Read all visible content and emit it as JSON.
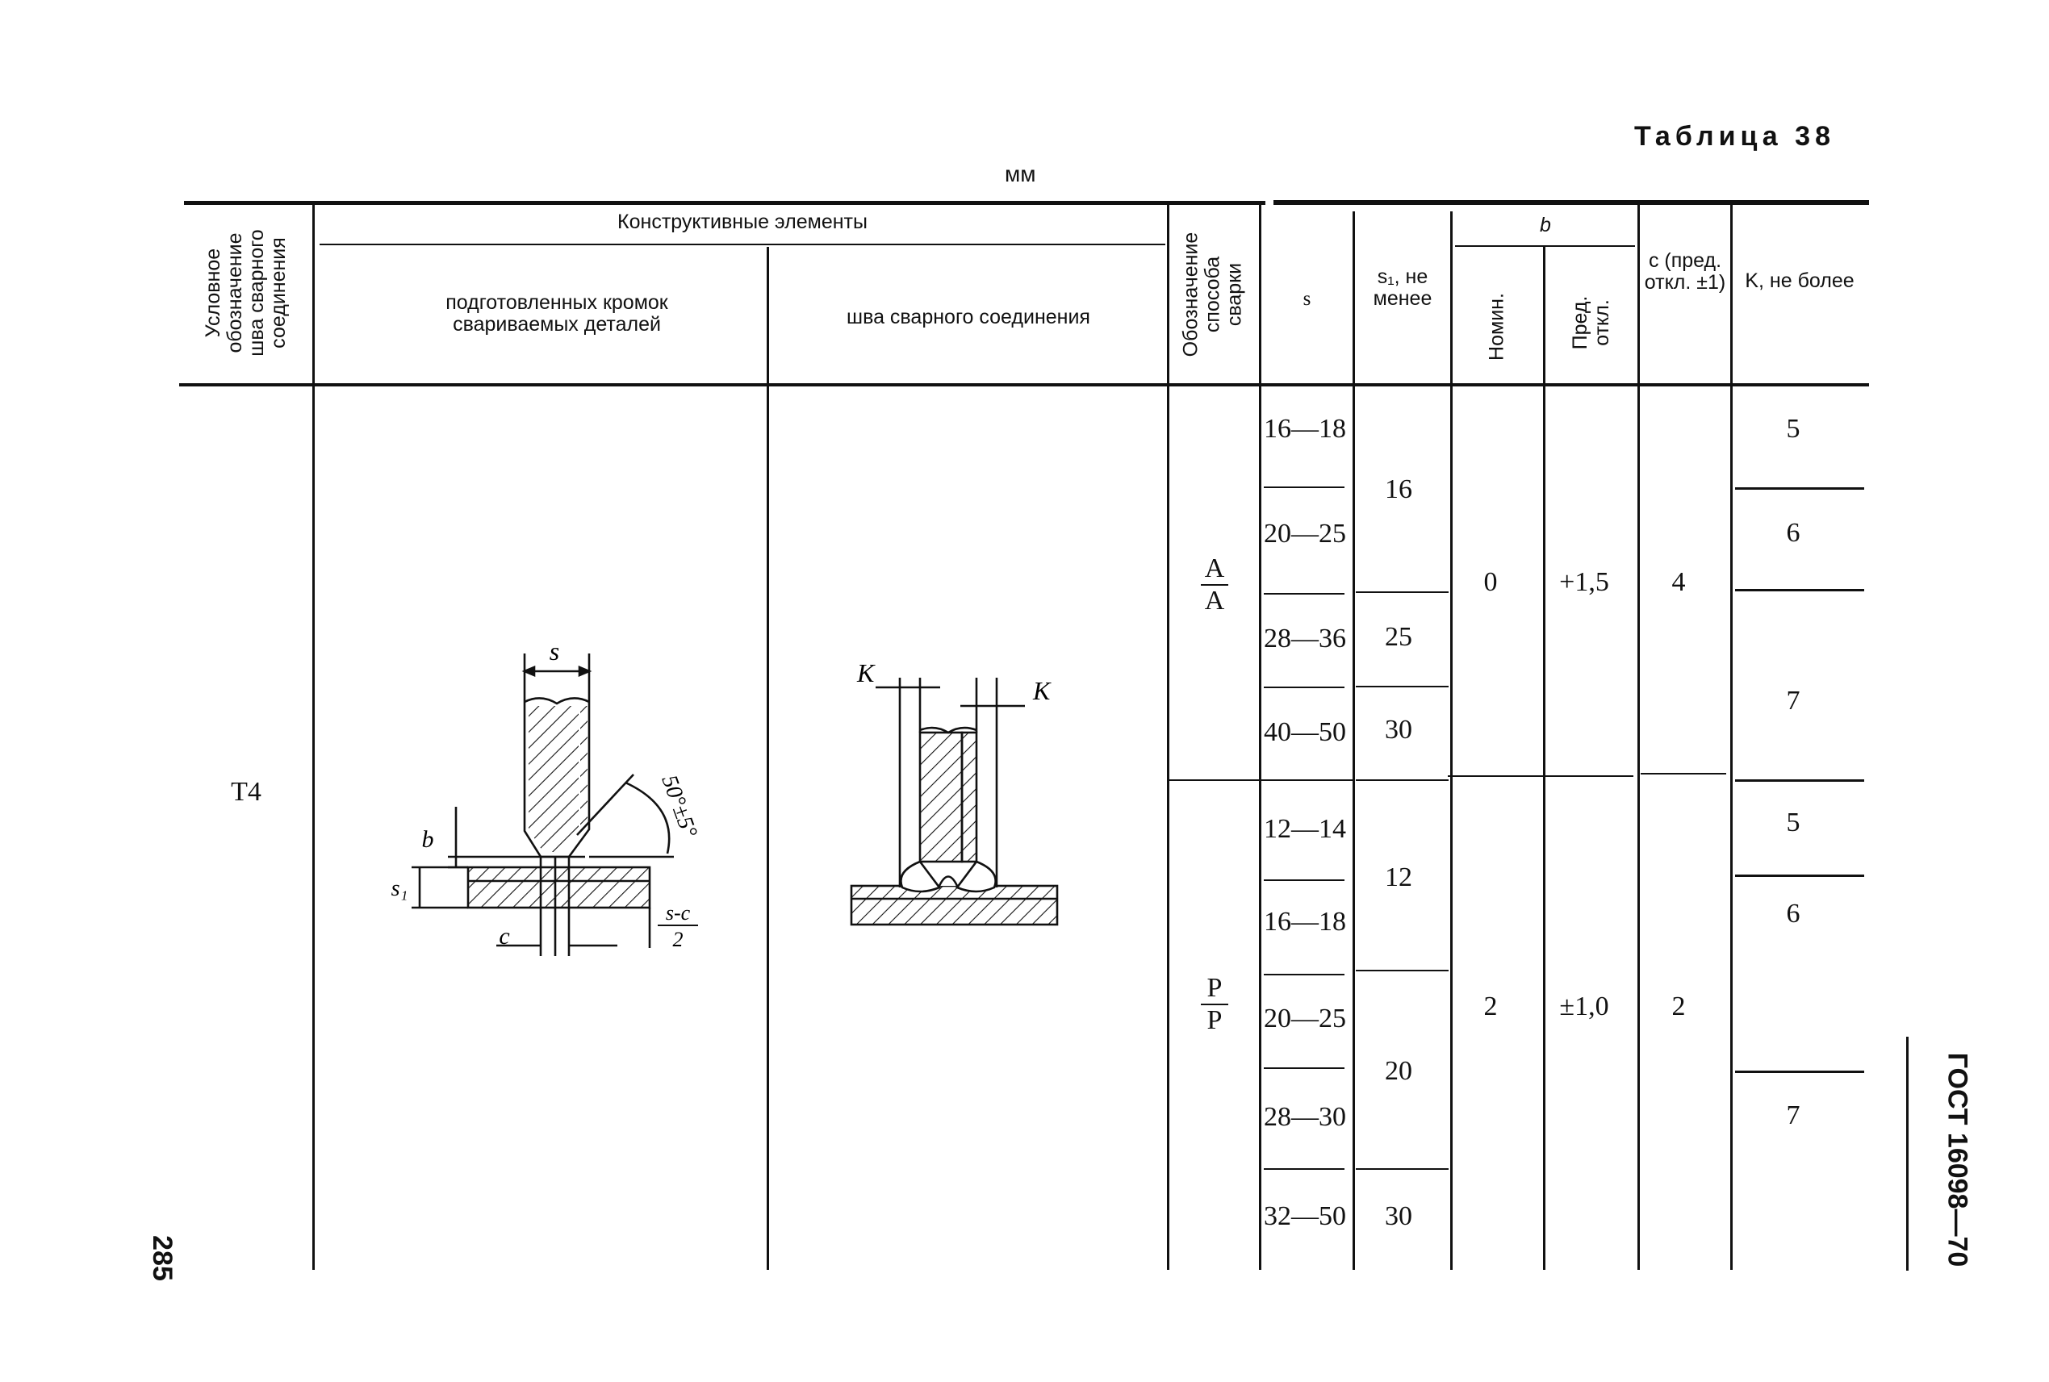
{
  "table_title": "Таблица 38",
  "units": "мм",
  "page_number": "285",
  "side_label": "ГОСТ 16098—70",
  "headers": {
    "designation": "Условное обозначение шва сварного соединения",
    "structural_elements": "Конструктивные элементы",
    "prepared_edges": "подготовленных кромок свариваемых деталей",
    "weld_seam": "шва сварного соединения",
    "welding_method": "Обозначение способа сварки",
    "s": "s",
    "s1": "s₁, не менее",
    "b": "b",
    "b_nominal": "Номин.",
    "b_tolerance": "Пред. откл.",
    "c": "c (пред. откл. ±1)",
    "k": "K, не более"
  },
  "row_designation": "Т4",
  "drawing_labels": {
    "edges": {
      "s": "s",
      "angle": "50°±5°",
      "b": "b",
      "s1": "s₁",
      "c": "c",
      "sc_num": "s-c",
      "sc_den": "2"
    },
    "seam": {
      "k_left": "K",
      "k_right": "K"
    }
  },
  "groups": [
    {
      "method_top": "А",
      "method_bottom": "А",
      "s_ranges": [
        "16—18",
        "20—25",
        "28—36",
        "40—50"
      ],
      "s1_values": [
        "16",
        "25",
        "30"
      ],
      "b_nominal": "0",
      "b_tolerance": "+1,5",
      "c": "4",
      "k_values": [
        "5",
        "6",
        "7"
      ]
    },
    {
      "method_top": "Р",
      "method_bottom": "Р",
      "s_ranges": [
        "12—14",
        "16—18",
        "20—25",
        "28—30",
        "32—50"
      ],
      "s1_values": [
        "12",
        "20",
        "30"
      ],
      "b_nominal": "2",
      "b_tolerance": "±1,0",
      "c": "2",
      "k_values": [
        "5",
        "6",
        "7"
      ]
    }
  ]
}
